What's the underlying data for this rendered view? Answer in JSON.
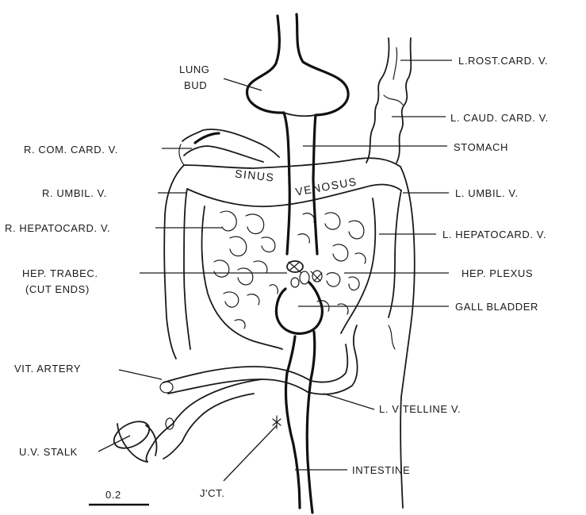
{
  "labels": {
    "lung_bud_1": "LUNG",
    "lung_bud_2": "BUD",
    "l_rost_card_v": "L.ROST.CARD. V.",
    "l_caud_card_v": "L. CAUD. CARD. V.",
    "r_com_card_v": "R. COM. CARD. V.",
    "stomach": "STOMACH",
    "sinus_1": "SINUS",
    "sinus_2": "VENOSUS",
    "r_umbil_v": "R. UMBIL. V.",
    "l_umbil_v": "L. UMBIL. V.",
    "r_hepatocard_v": "R. HEPATOCARD. V.",
    "l_hepatocard_v": "L. HEPATOCARD. V.",
    "hep_trabec_1": "HEP. TRABEC.",
    "hep_trabec_2": "(CUT ENDS)",
    "hep_plexus": "HEP. PLEXUS",
    "gall_bladder": "GALL BLADDER",
    "vit_artery": "VIT. ARTERY",
    "l_vitelline_v": "L. VITELLINE V.",
    "uv_stalk": "U.V. STALK",
    "intestine": "INTESTINE",
    "jct": "J'CT.",
    "scale": "0.2"
  }
}
